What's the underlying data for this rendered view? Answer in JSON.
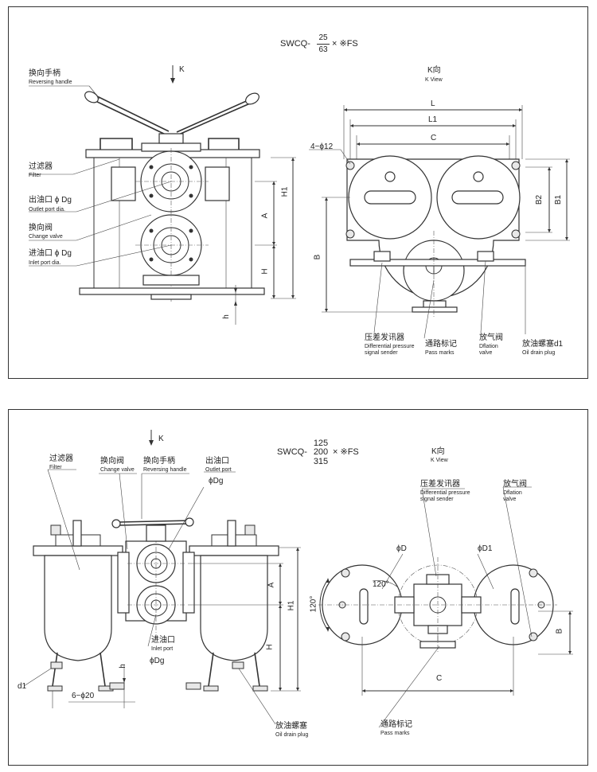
{
  "top": {
    "model": {
      "prefix": "SWCQ-",
      "num": "25",
      "den": "63",
      "suffix": "× ※FS"
    },
    "view_arrow": "K",
    "k_view_cn": "K向",
    "k_view_en": "K View",
    "labels": {
      "handle_cn": "换向手柄",
      "handle_en": "Reversing handle",
      "filter_cn": "过滤器",
      "filter_en": "Filter",
      "outlet_cn": "出油口 ϕ Dg",
      "outlet_en": "Outlet port dia.",
      "change_cn": "换向阀",
      "change_en": "Change valve",
      "inlet_cn": "进油口 ϕ Dg",
      "inlet_en": "Inlet port dia.",
      "sensor_cn": "压差发讯器",
      "sensor_en1": "Differential pressure",
      "sensor_en2": "signal sender",
      "pass_cn": "通路标记",
      "pass_en": "Pass marks",
      "deflate_cn": "放气阀",
      "deflate_en1": "Dflation",
      "deflate_en2": "valve",
      "drain_cn": "放油螺塞d1",
      "drain_en": "Oil drain plug"
    },
    "dims": {
      "H1": "H1",
      "A": "A",
      "H": "H",
      "h": "h",
      "L": "L",
      "L1": "L1",
      "C": "C",
      "B": "B",
      "B1": "B1",
      "B2": "B2",
      "holes": "4−ϕ12"
    }
  },
  "bottom": {
    "model": {
      "prefix": "SWCQ-",
      "n1": "125",
      "n2": "200",
      "n3": "315",
      "suffix": "× ※FS"
    },
    "view_arrow": "K",
    "k_view_cn": "K向",
    "k_view_en": "K View",
    "labels": {
      "filter_cn": "过滤器",
      "filter_en": "Filter",
      "change_cn": "换向阀",
      "change_en": "Change valve",
      "handle_cn": "换向手柄",
      "handle_en": "Reversing handle",
      "outlet_cn": "出油口",
      "outlet_en": "Outlet port",
      "outlet_dg": "ϕDg",
      "inlet_cn": "进油口",
      "inlet_en": "Inlet port",
      "inlet_dg": "ϕDg",
      "drain_cn": "放油螺塞",
      "drain_en": "Oil drain plug",
      "sensor_cn": "压差发讯器",
      "sensor_en1": "Differential pressure",
      "sensor_en2": "signal sender",
      "deflate_cn": "放气阀",
      "deflate_en1": "Dflation",
      "deflate_en2": "valve",
      "pass_cn": "通路标记",
      "pass_en": "Pass marks"
    },
    "dims": {
      "A": "A",
      "H1": "H1",
      "H": "H",
      "h": "h",
      "d1": "d1",
      "holes": "6−ϕ20",
      "phiD": "ϕD",
      "phiD1": "ϕD1",
      "angle1": "120°",
      "angle2": "120°",
      "B": "B",
      "C": "C"
    }
  }
}
